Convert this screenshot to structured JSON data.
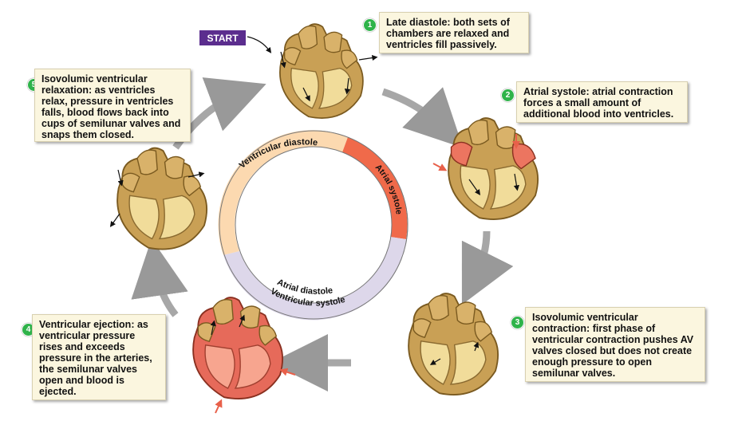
{
  "start_label": "START",
  "steps": [
    {
      "num": "1",
      "text": "Late diastole: both sets of chambers are relaxed and ventricles fill passively."
    },
    {
      "num": "2",
      "text": "Atrial systole: atrial contraction forces a small amount of additional blood into ventricles."
    },
    {
      "num": "3",
      "text": "Isovolumic ventricular contraction: first phase of ventricular contraction pushes AV valves closed but does not create enough pressure to open semilunar valves."
    },
    {
      "num": "4",
      "text": "Ventricular ejection: as ventricular pressure rises and exceeds pressure in the arteries, the semilunar valves open and blood is ejected."
    },
    {
      "num": "5",
      "text": "Isovolumic ventricular relaxation: as ventricles relax, pressure in ventricles falls, blood flows back into cups of semilunar valves and snaps them closed."
    }
  ],
  "ring": {
    "outer_top": "Ventricular diastole",
    "atrial_systole": "Atrial systole",
    "atrial_diastole": "Atrial diastole",
    "ventricular_systole": "Ventricular systole"
  },
  "colors": {
    "ring_peach": "#fcd9b0",
    "ring_red": "#f06a4a",
    "ring_lavender": "#ddd7ea",
    "start_purple": "#5b2d8e",
    "step_green": "#2fb34a",
    "heart_tan": "#c9a055",
    "heart_red": "#e66a5a"
  }
}
